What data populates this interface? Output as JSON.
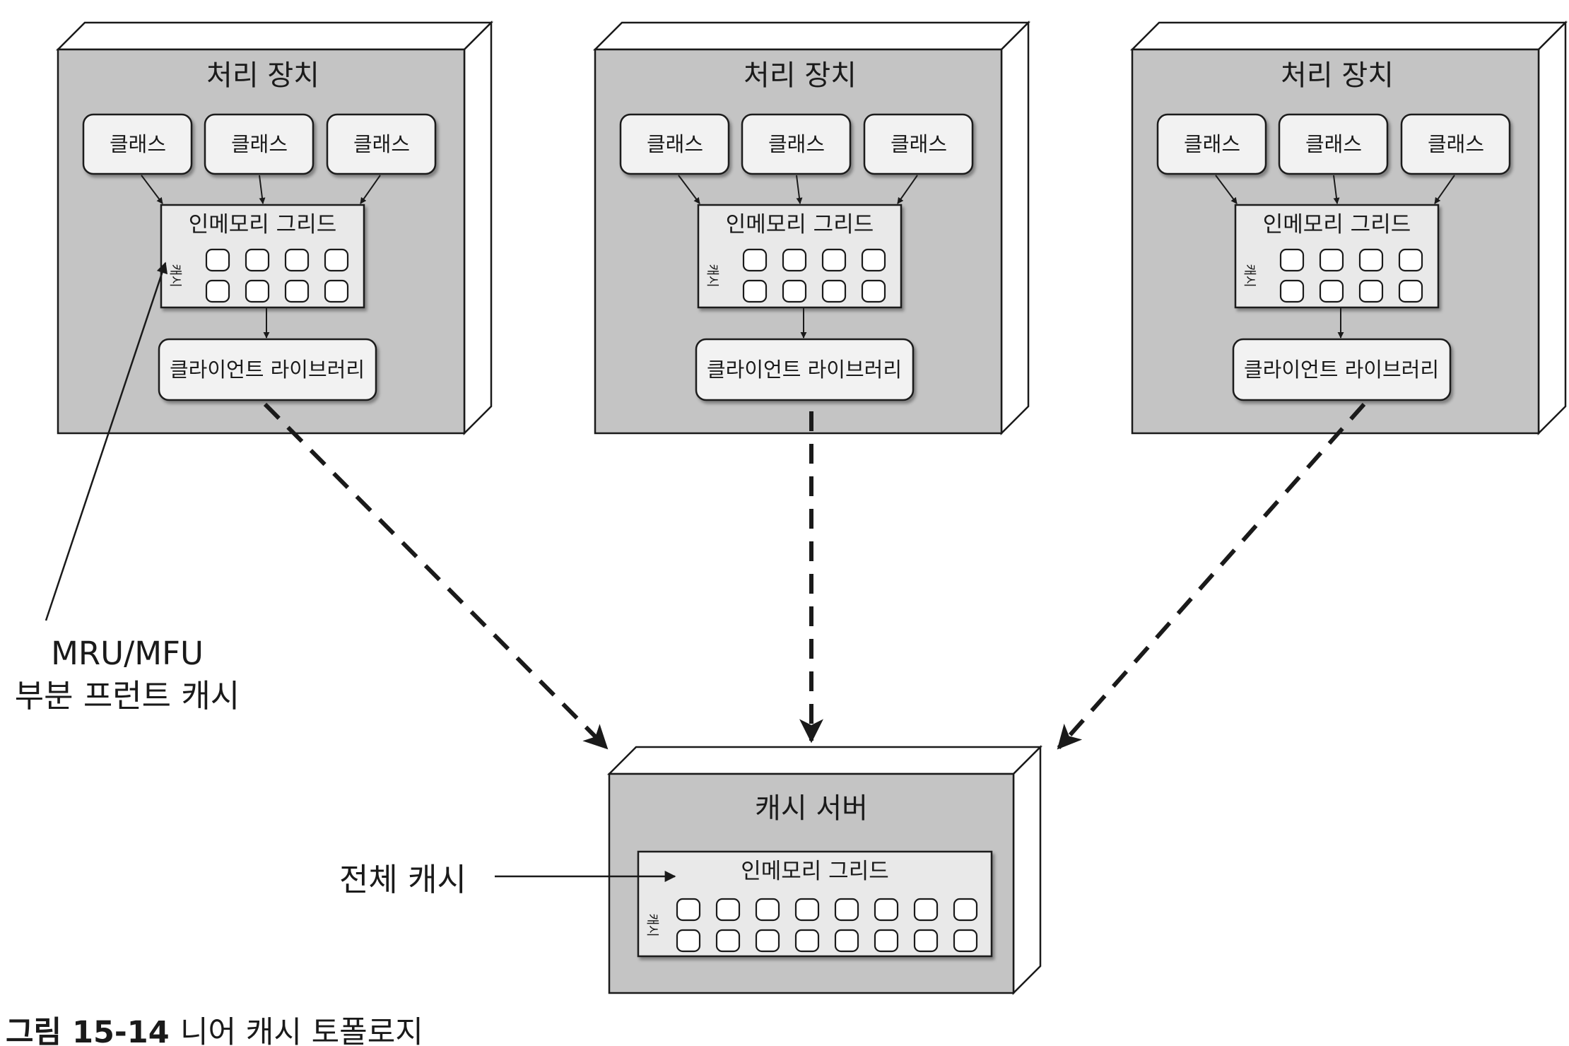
{
  "processing_units": [
    {
      "title": "처리 장치",
      "classes": [
        "클래스",
        "클래스",
        "클래스"
      ],
      "grid": {
        "title": "인메모리 그리드",
        "cache_label": "캐시",
        "cells_per_row": 4,
        "rows": 2
      },
      "client": "클라이언트 라이브러리"
    },
    {
      "title": "처리 장치",
      "classes": [
        "클래스",
        "클래스",
        "클래스"
      ],
      "grid": {
        "title": "인메모리 그리드",
        "cache_label": "캐시",
        "cells_per_row": 4,
        "rows": 2
      },
      "client": "클라이언트 라이브러리"
    },
    {
      "title": "처리 장치",
      "classes": [
        "클래스",
        "클래스",
        "클래스"
      ],
      "grid": {
        "title": "인메모리 그리드",
        "cache_label": "캐시",
        "cells_per_row": 4,
        "rows": 2
      },
      "client": "클라이언트 라이브러리"
    }
  ],
  "cache_server": {
    "title": "캐시 서버",
    "grid": {
      "title": "인메모리 그리드",
      "cache_label": "캐시",
      "cells_per_row": 8,
      "rows": 2
    }
  },
  "annotations": {
    "near_cache_line1": "MRU/MFU",
    "near_cache_line2": "부분 프런트 캐시",
    "full_cache": "전체 캐시"
  },
  "caption": {
    "label": "그림 15-14",
    "text": "니어 캐시 토폴로지"
  },
  "colors": {
    "box_fill": "#c4c4c4",
    "box_side": "#ffffff",
    "inner_fill": "#f2f2f2",
    "grid_fill": "#e9e9e9",
    "stroke": "#1a1a1a"
  }
}
